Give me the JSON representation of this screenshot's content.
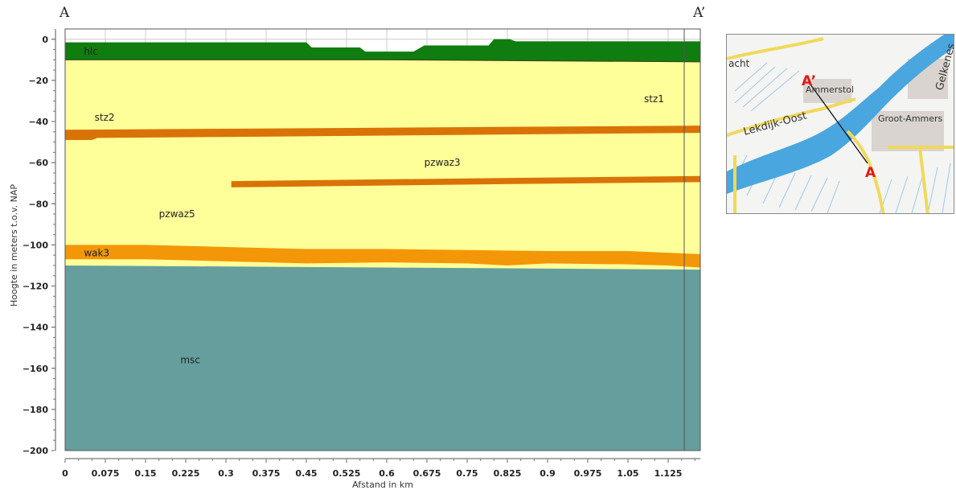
{
  "section": {
    "start_label": "A",
    "end_label": "A’"
  },
  "chart_data": {
    "type": "area",
    "xlabel": "Afstand in km",
    "ylabel": "Hoogte in meters t.o.v. NAP",
    "xlim": [
      0,
      1.185
    ],
    "ylim": [
      -200,
      5
    ],
    "xticks": [
      0,
      0.075,
      0.15,
      0.225,
      0.3,
      0.375,
      0.45,
      0.525,
      0.6,
      0.675,
      0.75,
      0.825,
      0.9,
      0.975,
      1.05,
      1.125
    ],
    "xtick_labels": [
      "0",
      "0.075",
      "0.15",
      "0.225",
      "0.3",
      "0.375",
      "0.45",
      "0.525",
      "0.6",
      "0.675",
      "0.75",
      "0.825",
      "0.9",
      "0.975",
      "1.05",
      "1.125"
    ],
    "yticks": [
      0,
      -20,
      -40,
      -60,
      -80,
      -100,
      -120,
      -140,
      -160,
      -180,
      -200
    ],
    "ytick_labels": [
      "0",
      "−20",
      "−40",
      "−60",
      "−80",
      "−100",
      "−120",
      "−140",
      "−160",
      "−180",
      "−200"
    ],
    "grid": true,
    "colors": {
      "hlc": "#0f7d0f",
      "sand": "#ffff99",
      "clay_layer": "#d97308",
      "wak3": "#f39708",
      "msc": "#669e9e",
      "grid": "#cccccc"
    },
    "layers": [
      {
        "name": "hlc",
        "color": "hlc",
        "top": [
          [
            0,
            -1.5
          ],
          [
            0.45,
            -1.5
          ],
          [
            0.46,
            -4
          ],
          [
            0.55,
            -4
          ],
          [
            0.56,
            -6
          ],
          [
            0.65,
            -6
          ],
          [
            0.67,
            -3
          ],
          [
            0.79,
            -3
          ],
          [
            0.8,
            0
          ],
          [
            0.83,
            0
          ],
          [
            0.84,
            -1
          ],
          [
            1.185,
            -1
          ]
        ],
        "bottom": [
          [
            0,
            -10
          ],
          [
            0.6,
            -10
          ],
          [
            1.185,
            -11
          ]
        ]
      },
      {
        "name": "sand",
        "color": "sand",
        "top": [
          [
            0,
            -10
          ],
          [
            0.6,
            -10
          ],
          [
            1.185,
            -11
          ]
        ],
        "bottom": [
          [
            0,
            -110
          ],
          [
            1.185,
            -112
          ]
        ]
      },
      {
        "name": "stz2-base",
        "color": "clay_layer",
        "top": [
          [
            0,
            -44
          ],
          [
            0.3,
            -43.5
          ],
          [
            1.185,
            -42
          ]
        ],
        "bottom": [
          [
            0,
            -49
          ],
          [
            0.05,
            -49
          ],
          [
            0.06,
            -48
          ],
          [
            0.3,
            -47.5
          ],
          [
            1.185,
            -45.5
          ]
        ]
      },
      {
        "name": "pzwaz3-base",
        "color": "clay_layer",
        "top": [
          [
            0.31,
            -69
          ],
          [
            0.8,
            -67.5
          ],
          [
            1.185,
            -66.5
          ]
        ],
        "bottom": [
          [
            0.31,
            -72
          ],
          [
            0.8,
            -70.5
          ],
          [
            1.185,
            -69.5
          ]
        ]
      },
      {
        "name": "wak3",
        "color": "wak3",
        "top": [
          [
            0,
            -100
          ],
          [
            0.15,
            -100
          ],
          [
            0.3,
            -101
          ],
          [
            0.45,
            -102
          ],
          [
            0.6,
            -102
          ],
          [
            0.75,
            -102.5
          ],
          [
            0.9,
            -103
          ],
          [
            1.05,
            -103
          ],
          [
            1.185,
            -104.5
          ]
        ],
        "bottom": [
          [
            0,
            -107
          ],
          [
            0.15,
            -107
          ],
          [
            0.3,
            -108
          ],
          [
            0.45,
            -109
          ],
          [
            0.6,
            -108.5
          ],
          [
            0.75,
            -109
          ],
          [
            0.825,
            -110
          ],
          [
            0.9,
            -109
          ],
          [
            1.05,
            -109.5
          ],
          [
            1.125,
            -110
          ],
          [
            1.185,
            -111
          ]
        ]
      },
      {
        "name": "msc",
        "color": "msc",
        "top": [
          [
            0,
            -110
          ],
          [
            0.6,
            -111
          ],
          [
            1.185,
            -112
          ]
        ],
        "bottom": [
          [
            0,
            -200
          ],
          [
            1.185,
            -200
          ]
        ]
      }
    ],
    "annotations": [
      {
        "text": "hlc",
        "x": 0.035,
        "y": -6
      },
      {
        "text": "stz1",
        "x": 1.08,
        "y": -29
      },
      {
        "text": "stz2",
        "x": 0.055,
        "y": -38
      },
      {
        "text": "pzwaz3",
        "x": 0.67,
        "y": -60
      },
      {
        "text": "pzwaz5",
        "x": 0.175,
        "y": -85
      },
      {
        "text": "wak3",
        "x": 0.035,
        "y": -104
      },
      {
        "text": "msc",
        "x": 0.215,
        "y": -156
      }
    ]
  },
  "map": {
    "labels": {
      "lekdijk_oost": "Lekdijk-Oost",
      "ammerstol": "Ammerstol",
      "groot_ammers": "Groot-Ammers",
      "gelkenes": "Gelkenes",
      "acht": "acht",
      "a_prime": "A’",
      "a": "A"
    },
    "colors": {
      "river": "#4aa6de",
      "road": "#f0d95c",
      "marker": "#e01818",
      "urban": "#d9d4cf"
    }
  }
}
